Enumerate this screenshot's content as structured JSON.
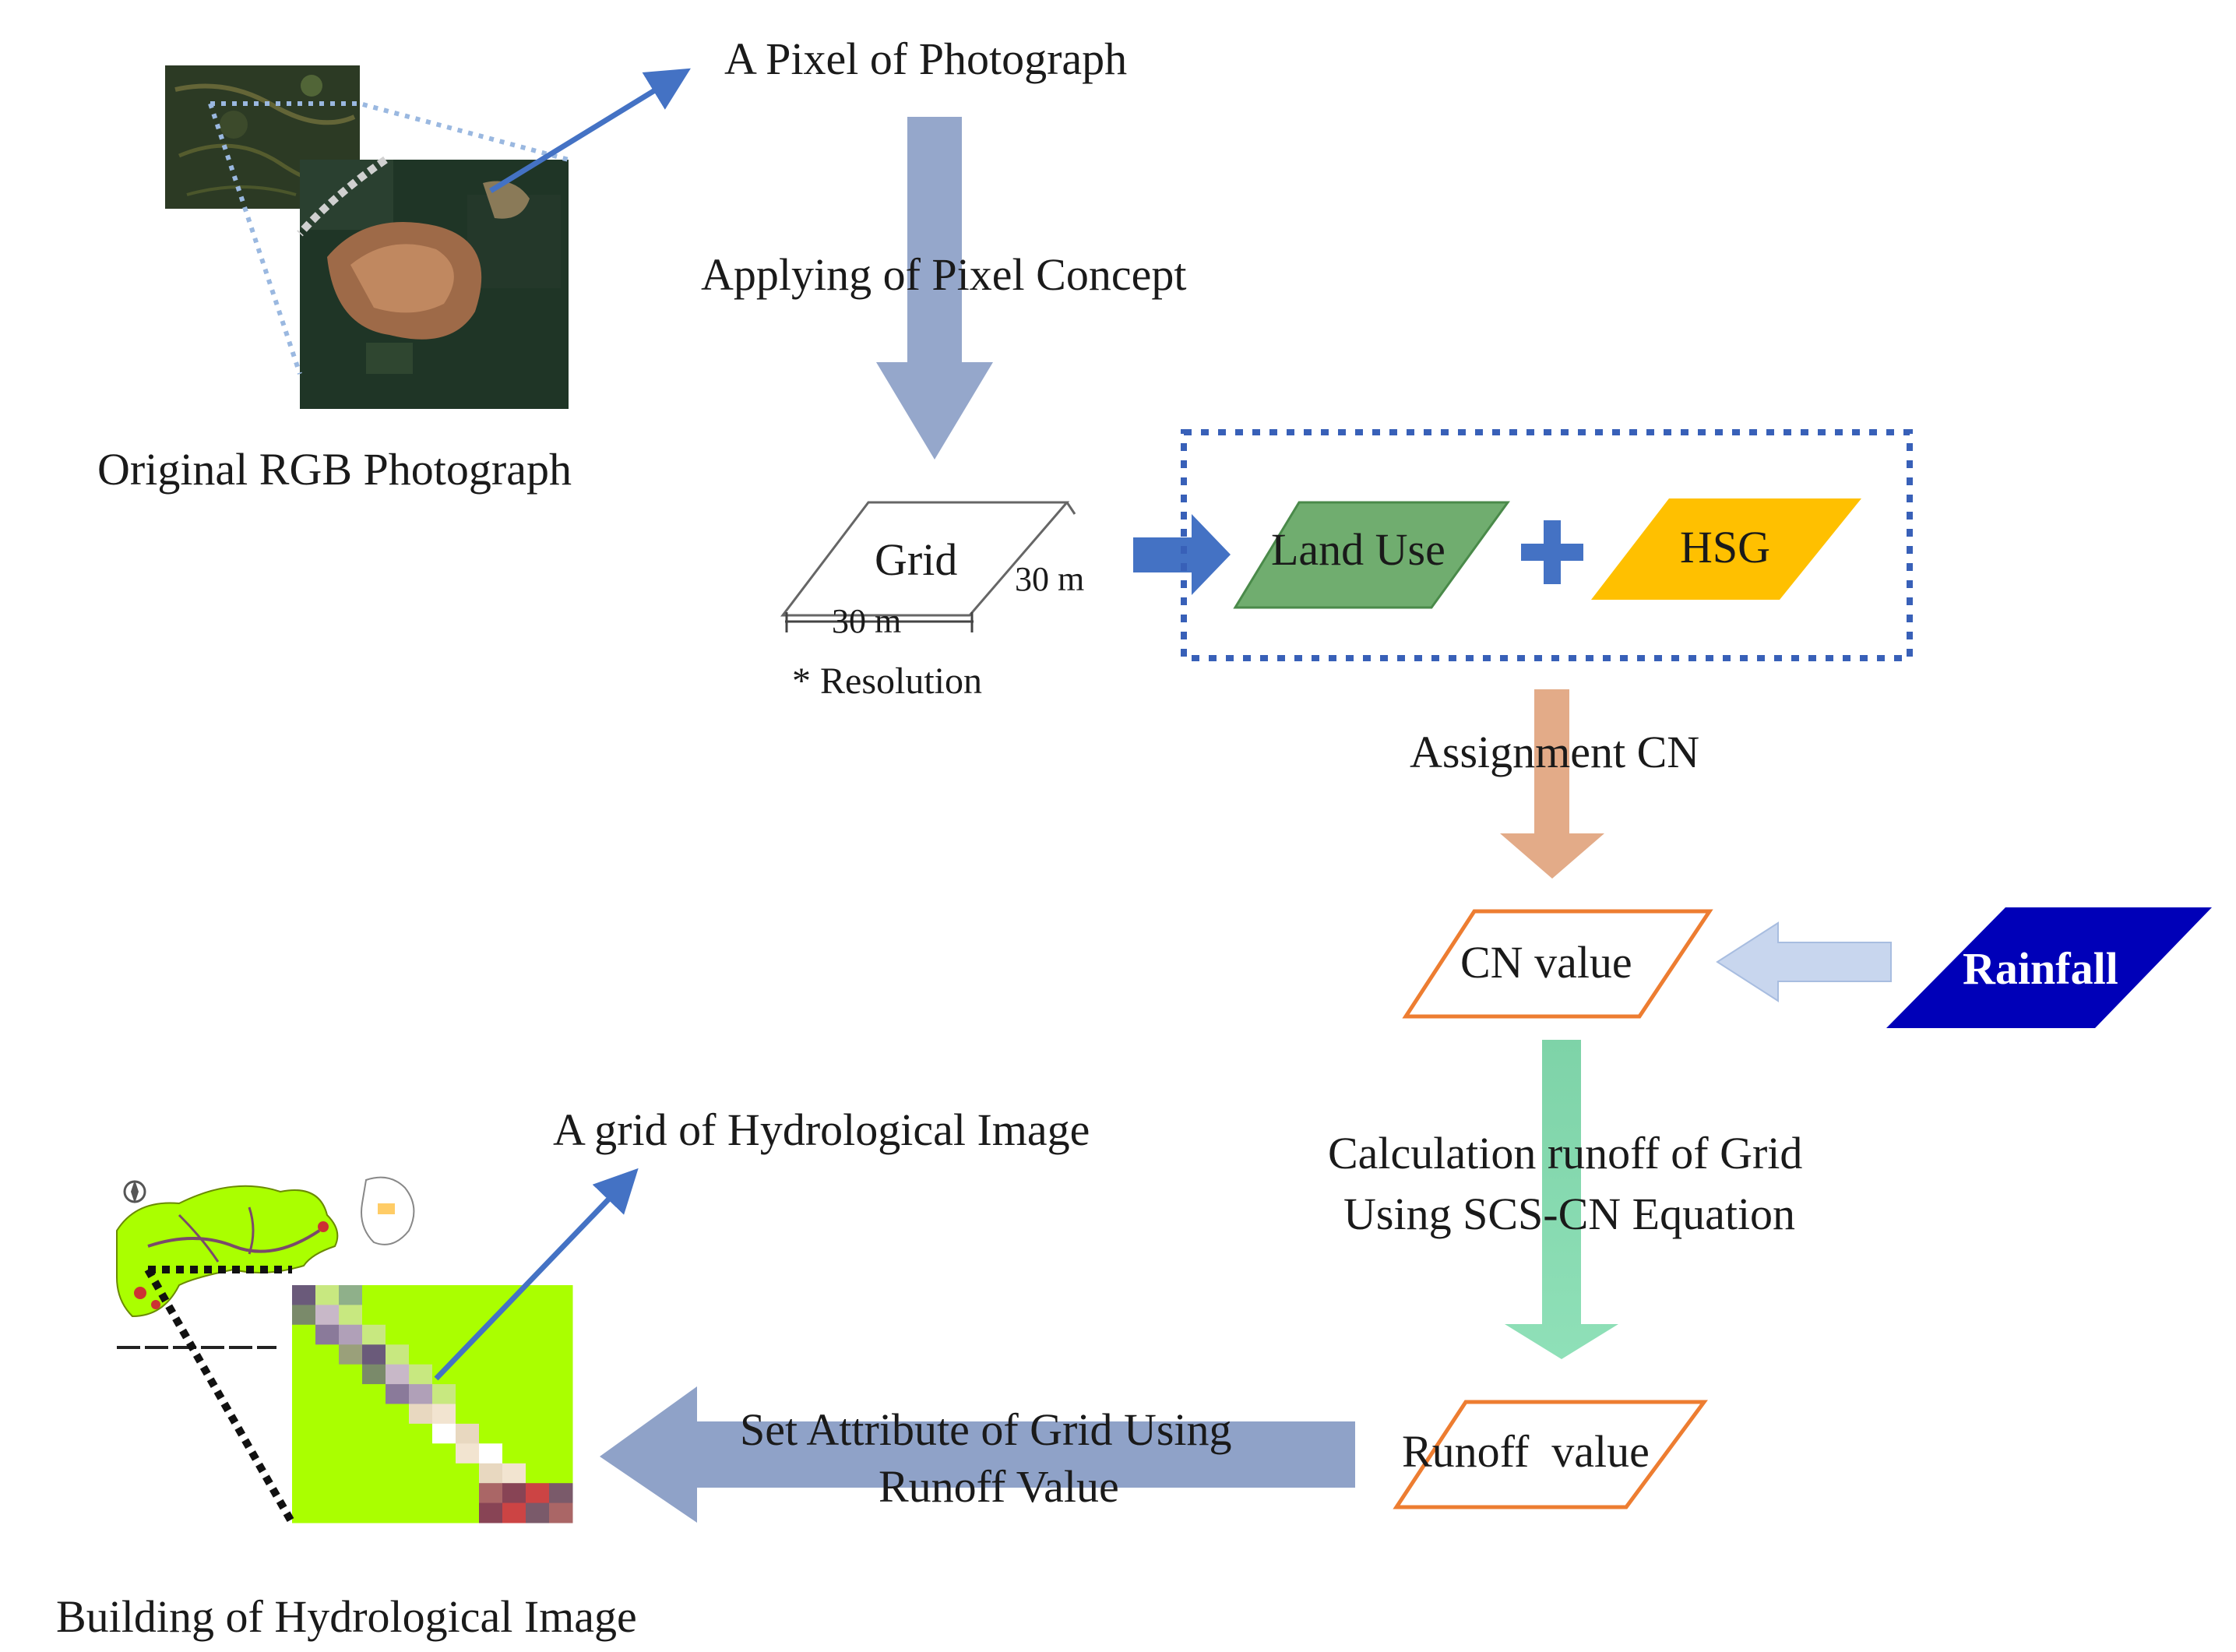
{
  "labels": {
    "pixel_of_photograph": "A Pixel of Photograph",
    "applying_pixel_concept": "Applying of Pixel Concept",
    "original_rgb": "Original RGB Photograph",
    "grid": "Grid",
    "grid_width": "30 m",
    "grid_depth": "30 m",
    "resolution": "* Resolution",
    "land_use": "Land Use",
    "hsg": "HSG",
    "assignment_cn": "Assignment CN",
    "cn_value": "CN value",
    "rainfall": "Rainfall",
    "calculation_line1": "Calculation runoff of Grid",
    "calculation_line2": "Using SCS-CN Equation",
    "runoff_value": "Runoff  value",
    "set_attribute_line1": "Set Attribute of Grid Using",
    "set_attribute_line2": "Runoff Value",
    "grid_hydro_image": "A grid of Hydrological Image",
    "building_hydro_image": "Building of Hydrological Image"
  },
  "colors": {
    "big_arrow": "#8fa2c8",
    "blue_arrow": "#4472c4",
    "land_use_fill": "#70ad6f",
    "hsg_fill": "#ffc000",
    "assignment_arrow": "#e3ab88",
    "cn_box_stroke": "#ed7d31",
    "rainfall_fill": "#0000b8",
    "rainfall_arrow": "#c8d6ee",
    "calc_arrow": "#7ed3a8",
    "dotted_box": "#3860b8",
    "hydro_green": "#aaff00"
  }
}
